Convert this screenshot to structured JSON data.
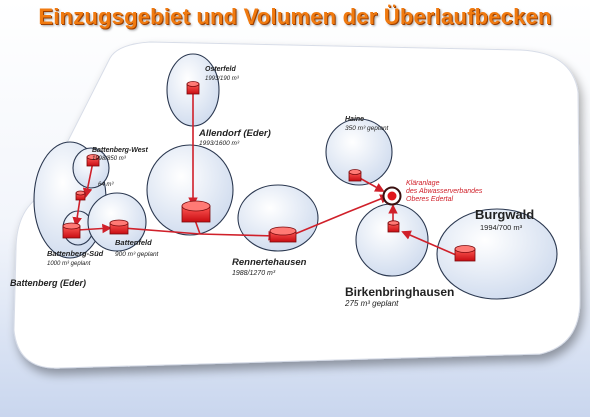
{
  "title": "Einzugsgebiet und Volumen der Überlaufbecken",
  "colors": {
    "title_orange": "#f07a10",
    "tank_red": "#e0151b",
    "flow_line": "#d0202a",
    "catchment_fill": "#dfe7f3",
    "catchment_stroke": "#2b3850",
    "plant_label": "#d0202a"
  },
  "nodes": {
    "osterfeld": {
      "name": "Osterfeld",
      "info": "1993/190 m³"
    },
    "allendorf": {
      "name": "Allendorf (Eder)",
      "info": "1993/1600 m³"
    },
    "haine": {
      "name": "Haine",
      "info": "350 m³ geplant"
    },
    "battenberg_west": {
      "name": "Battenberg-West",
      "info": "1998/850 m³"
    },
    "small_64": {
      "info": "64 m³"
    },
    "battenberg_sued": {
      "name": "Battenberg-Süd",
      "info": "1000 m³ geplant"
    },
    "battenfeld": {
      "name": "Battenfeld",
      "info": "900 m³ geplant"
    },
    "rennertehausen": {
      "name": "Rennertehausen",
      "info": "1988/1270 m³"
    },
    "burgwald": {
      "name": "Burgwald",
      "info": "1994/700 m³"
    },
    "birkenbringhausen": {
      "name": "Birkenbringhausen",
      "info": "275 m³ geplant"
    }
  },
  "region_label": "Battenberg (Eder)",
  "plant": {
    "line1": "Kläranlage",
    "line2": "des Abwasserverbandes",
    "line3": "Oberes Edertal"
  }
}
